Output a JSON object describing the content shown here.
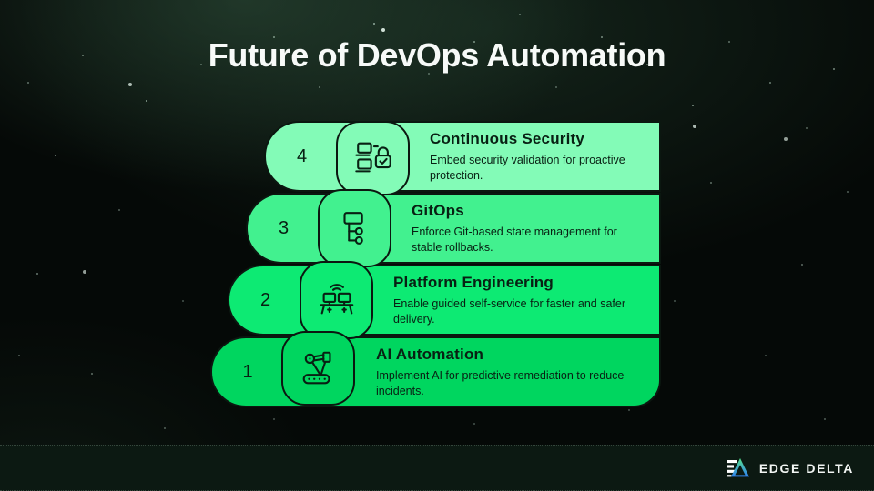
{
  "slide": {
    "title": "Future of DevOps Automation"
  },
  "steps": [
    {
      "number": "4",
      "title": "Continuous Security",
      "description": "Embed security validation for proactive protection.",
      "icon": "security-devices-lock",
      "color": "#83FBB7"
    },
    {
      "number": "3",
      "title": "GitOps",
      "description": "Enforce Git-based state management for stable rollbacks.",
      "icon": "git-flow",
      "color": "#42F18F"
    },
    {
      "number": "2",
      "title": "Platform Engineering",
      "description": "Enable guided self-service for faster and safer delivery.",
      "icon": "workstations-wifi",
      "color": "#0DEA73"
    },
    {
      "number": "1",
      "title": "AI Automation",
      "description": "Implement AI for predictive remediation to reduce incidents.",
      "icon": "robot-arm-conveyor",
      "color": "#00D65F"
    }
  ],
  "footer": {
    "brand": "EDGE DELTA"
  },
  "colors": {
    "outline": "#0B1710",
    "row_text": "#082013",
    "background": "#050907",
    "footer_background": "#0C1912",
    "title": "#F7FAF8",
    "logo_gradient_top": "#56E08B",
    "logo_gradient_bottom": "#2F80F2"
  }
}
